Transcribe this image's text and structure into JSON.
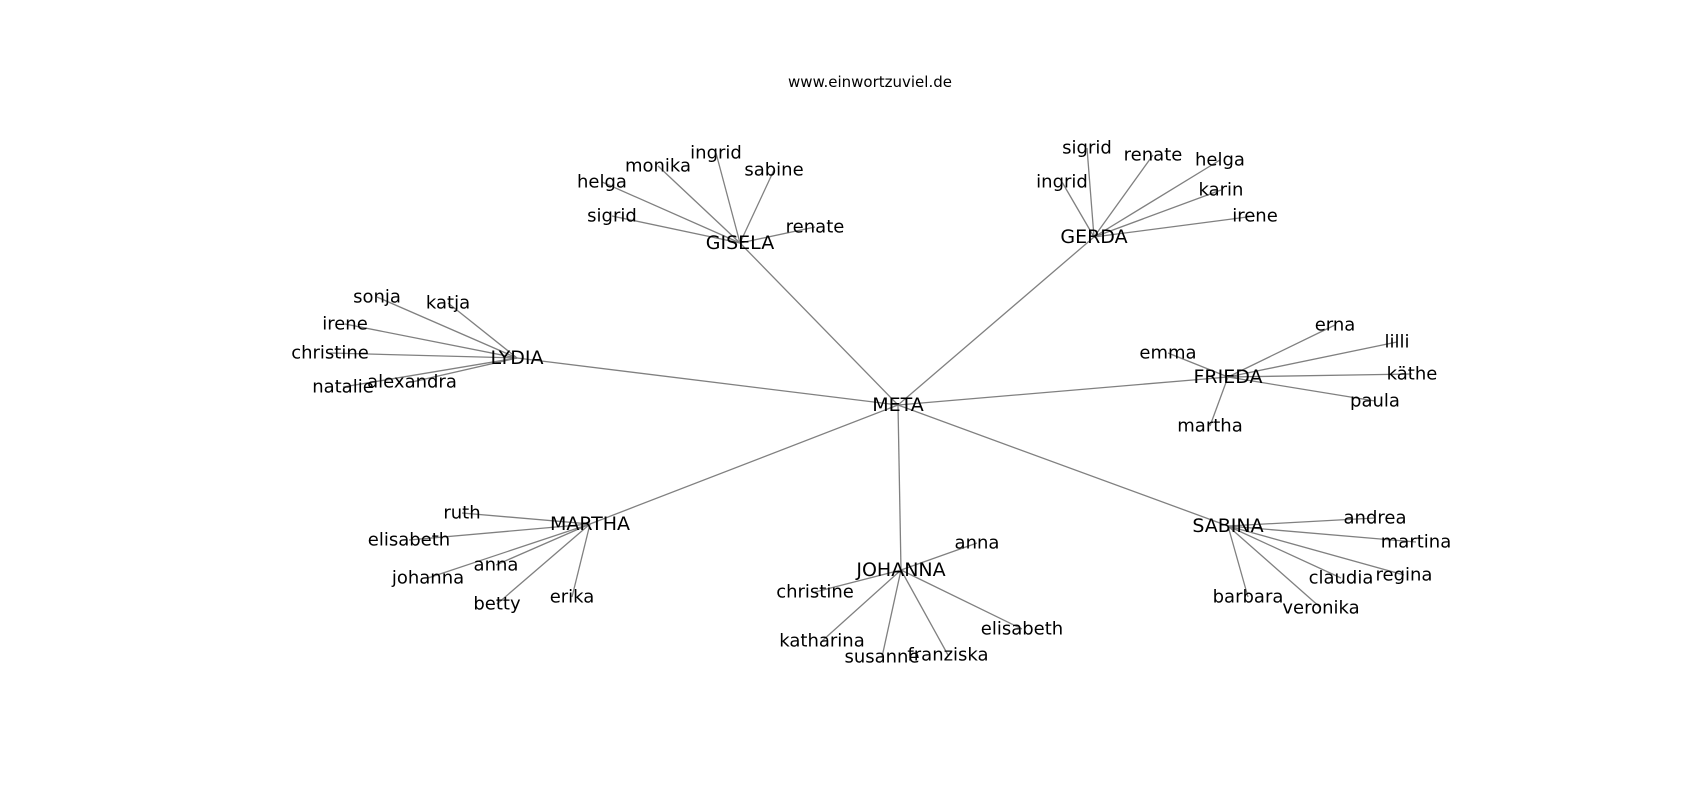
{
  "header": {
    "site": "www.einwortzuviel.de"
  },
  "graph": {
    "center": "META",
    "hubs": [
      {
        "name": "GISELA",
        "leaves": [
          "sigrid",
          "helga",
          "monika",
          "ingrid",
          "sabine",
          "renate"
        ]
      },
      {
        "name": "GERDA",
        "leaves": [
          "ingrid",
          "sigrid",
          "renate",
          "helga",
          "karin",
          "irene"
        ]
      },
      {
        "name": "LYDIA",
        "leaves": [
          "sonja",
          "katja",
          "irene",
          "christine",
          "natalie",
          "alexandra"
        ]
      },
      {
        "name": "FRIEDA",
        "leaves": [
          "emma",
          "erna",
          "lilli",
          "käthe",
          "paula",
          "martha"
        ]
      },
      {
        "name": "MARTHA",
        "leaves": [
          "ruth",
          "elisabeth",
          "johanna",
          "anna",
          "betty",
          "erika"
        ]
      },
      {
        "name": "JOHANNA",
        "leaves": [
          "anna",
          "christine",
          "katharina",
          "susanne",
          "franziska",
          "elisabeth"
        ]
      },
      {
        "name": "SABINA",
        "leaves": [
          "andrea",
          "martina",
          "claudia",
          "regina",
          "barbara",
          "veronika"
        ]
      }
    ]
  }
}
